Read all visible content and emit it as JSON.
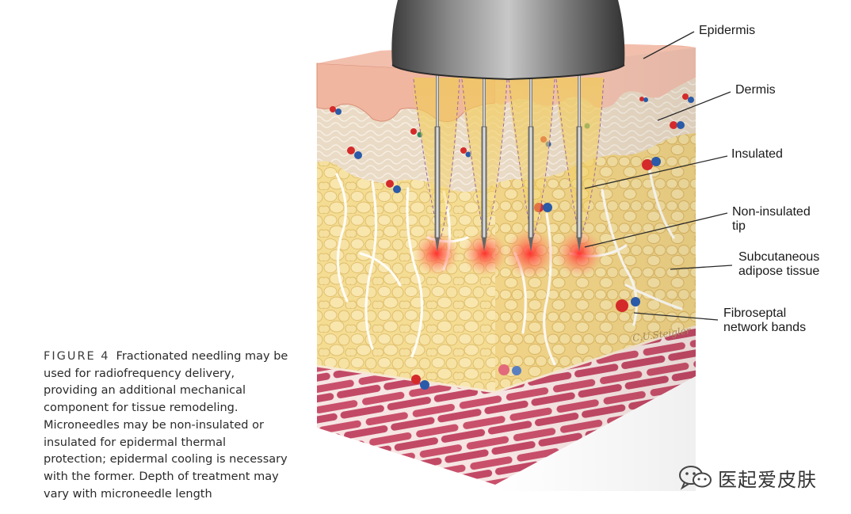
{
  "labels": {
    "epidermis": "Epidermis",
    "dermis": "Dermis",
    "insulated": "Insulated",
    "non_insulated_1": "Non-insulated",
    "non_insulated_2": "tip",
    "subcutaneous_1": "Subcutaneous",
    "subcutaneous_2": "adipose tissue",
    "fibroseptal_1": "Fibroseptal",
    "fibroseptal_2": "network bands"
  },
  "caption": {
    "figure": "FIGURE 4",
    "text": "Fractionated needling may be used for radiofrequency delivery, providing an additional mechanical component for tissue remodeling. Microneedles may be non-insulated or insulated for epidermal thermal protection; epidermal cooling is necessary with the former. Depth of treatment may vary with microneedle length"
  },
  "signature": "C.U.Steigler",
  "watermark": {
    "text": "医起爱皮肤",
    "icon": "wechat-icon"
  },
  "colors": {
    "epidermis": "#f2b9a6",
    "dermis": "#efe2d2",
    "fat": "#f3d98c",
    "muscle": "#c8506a",
    "device": "#6f6f6f",
    "heat": "#ff3b3b"
  }
}
